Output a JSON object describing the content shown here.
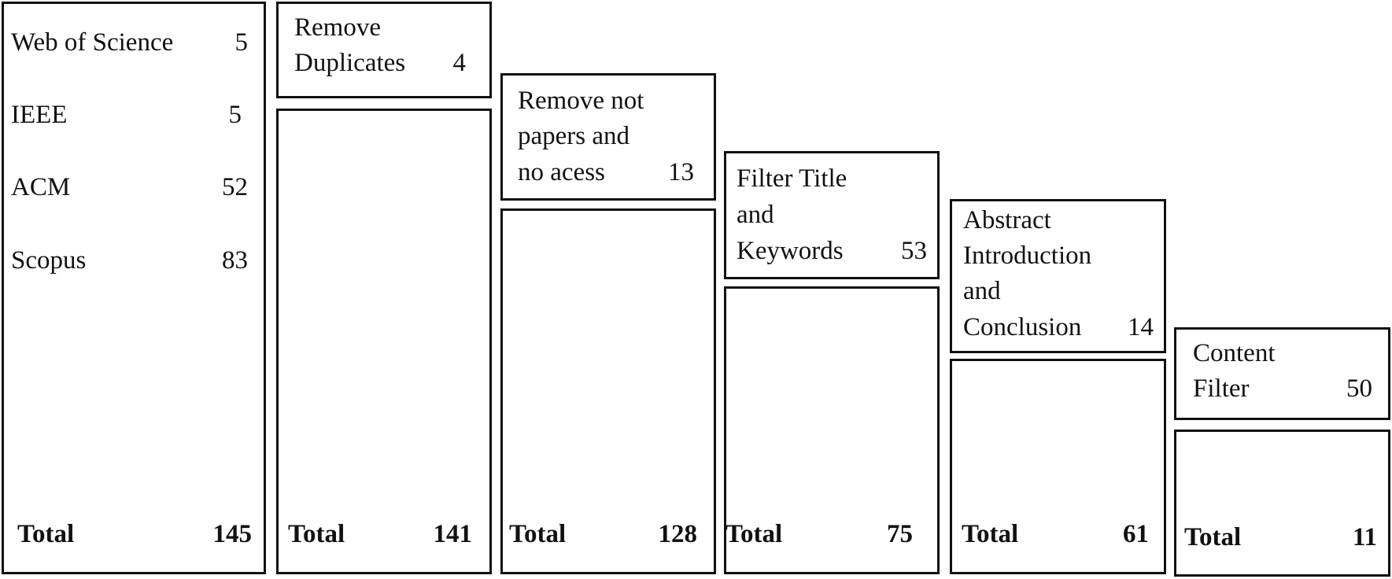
{
  "sources": [
    {
      "name": "Web of Science",
      "count": "5"
    },
    {
      "name": "IEEE",
      "count": "5"
    },
    {
      "name": "ACM",
      "count": "52"
    },
    {
      "name": "Scopus",
      "count": "83"
    }
  ],
  "total_label": "Total",
  "stages": [
    {
      "total": "145"
    },
    {
      "filter_lines": [
        "Remove",
        "Duplicates"
      ],
      "removed": "4",
      "total": "141"
    },
    {
      "filter_lines": [
        "Remove not",
        "papers and",
        "no acess"
      ],
      "removed": "13",
      "total": "128"
    },
    {
      "filter_lines": [
        "Filter Title",
        "and",
        "Keywords"
      ],
      "removed": "53",
      "total": "75"
    },
    {
      "filter_lines": [
        "Abstract",
        "Introduction",
        "and",
        "Conclusion"
      ],
      "removed": "14",
      "total": "61"
    },
    {
      "filter_lines": [
        "Content",
        "Filter"
      ],
      "removed": "50",
      "total": "11"
    }
  ]
}
